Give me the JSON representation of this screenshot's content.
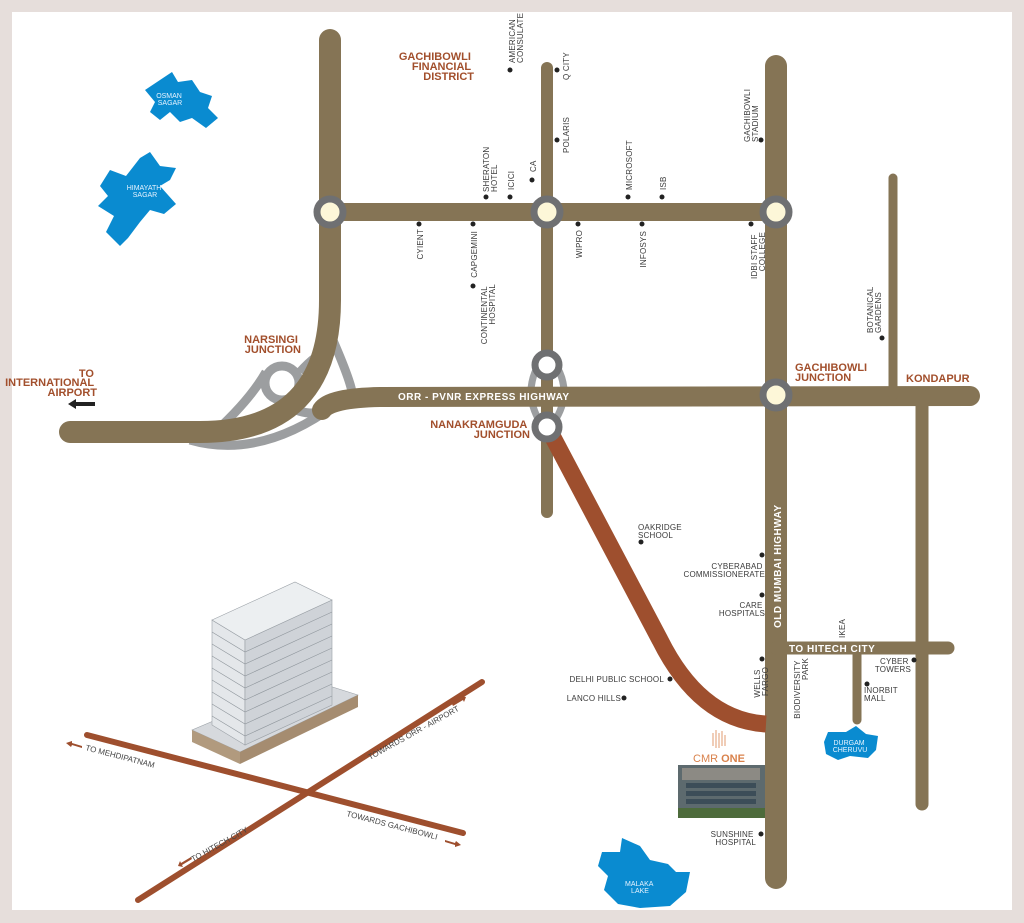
{
  "colors": {
    "road": "#857455",
    "highlight_road": "#9e4f2e",
    "ring_road": "#9c9ea0",
    "lake": "#0a8bd0",
    "header_text": "#a24f2c",
    "junction_fill": "#fdf7d8"
  },
  "headers": {
    "financial_district": [
      "GACHIBOWLI",
      "FINANCIAL",
      "DISTRICT"
    ],
    "narsingi": [
      "NARSINGI",
      "JUNCTION"
    ],
    "airport": [
      "TO",
      "INTERNATIONAL",
      "AIRPORT"
    ],
    "nanakramguda": [
      "NANAKRAMGUDA",
      "JUNCTION"
    ],
    "gachibowli_junction": [
      "GACHIBOWLI",
      "JUNCTION"
    ],
    "kondapur": "KONDAPUR"
  },
  "roads": {
    "orr": "ORR -  PVNR EXPRESS HIGHWAY",
    "old_mumbai": "OLD MUMBAI HIGHWAY",
    "hitech": "TO HITECH CITY"
  },
  "landmarks": {
    "american_consulate": [
      "AMERICAN",
      "CONSULATE"
    ],
    "q_city": "Q CITY",
    "polaris": "POLARIS",
    "gachibowli_stadium": [
      "GACHIBOWLI",
      "STADIUM"
    ],
    "sheraton": [
      "SHERATON",
      "HOTEL"
    ],
    "icici": "ICICI",
    "ca": "CA",
    "microsoft": "MICROSOFT",
    "isb": "ISB",
    "cyient": "CYIENT",
    "capgemini": "CAPGEMINI",
    "continental": [
      "CONTINENTAL",
      "HOSPITAL"
    ],
    "wipro": "WIPRO",
    "infosys": "INFOSYS",
    "idbi": [
      "IDBI STAFF",
      "COLLEGE"
    ],
    "botanical": [
      "BOTANICAL",
      "GARDENS"
    ],
    "oakridge": [
      "OAKRIDGE",
      "SCHOOL"
    ],
    "cyberabad": [
      "CYBERABAD",
      "COMMISSIONERATE"
    ],
    "care": [
      "CARE",
      "HOSPITALS"
    ],
    "wells_fargo": [
      "WELLS",
      "FARGO"
    ],
    "delhi_public_school": "DELHI PUBLIC SCHOOL",
    "lanco_hills": "LANCO HILLS",
    "sunshine": [
      "SUNSHINE",
      "HOSPITAL"
    ],
    "biodiversity": [
      "BIODIVERSITY",
      "PARK"
    ],
    "ikea": "IKEA",
    "cyber_towers": [
      "CYBER",
      "TOWERS"
    ],
    "inorbit": [
      "INORBIT",
      "MALL"
    ]
  },
  "lakes": {
    "osman_sagar": [
      "OSMAN",
      "SAGAR"
    ],
    "himayath_sagar": [
      "HIMAYATH",
      "SAGAR"
    ],
    "durgam_cheruvu": [
      "DURGAM",
      "CHERUVU"
    ],
    "malaka_lake": [
      "MALAKA",
      "LAKE"
    ]
  },
  "project": {
    "name_a": "CMR",
    "name_b": "ONE"
  },
  "inset": {
    "mehdipatnam": "TO MEHDIPATNAM",
    "gachibowli": "TOWARDS GACHIBOWLI",
    "orr_airport": "TOWARDS ORR - AIRPORT",
    "hitech": "TO HITECH CITY"
  }
}
